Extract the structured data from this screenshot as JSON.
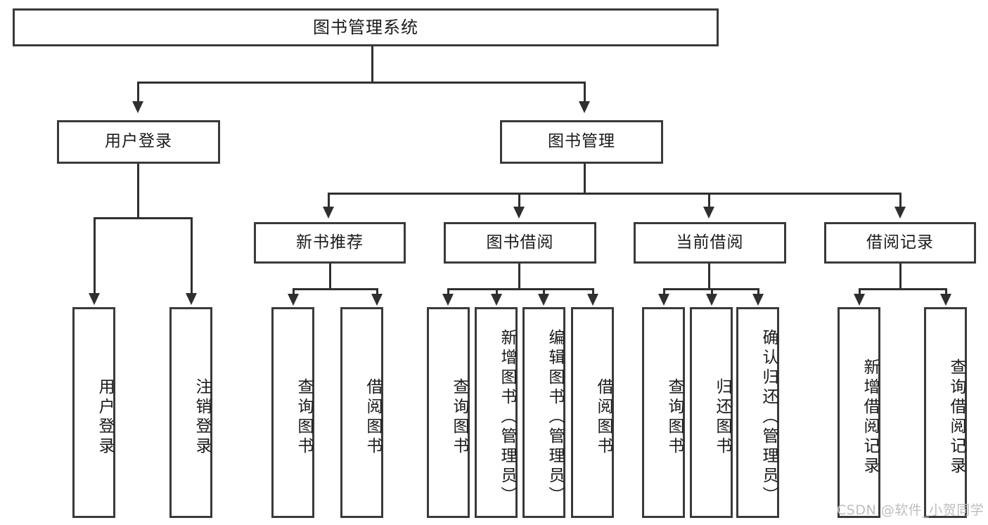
{
  "diagram": {
    "title": "图书管理系统",
    "type": "hierarchy-tree",
    "levels": [
      {
        "level": 1,
        "nodes": [
          {
            "id": "root",
            "label": "图书管理系统",
            "orientation": "horizontal"
          }
        ]
      },
      {
        "level": 2,
        "nodes": [
          {
            "id": "user-login",
            "label": "用户登录",
            "orientation": "horizontal"
          },
          {
            "id": "book-management",
            "label": "图书管理",
            "orientation": "horizontal"
          }
        ]
      },
      {
        "level": 3,
        "nodes": [
          {
            "id": "new-book-recommend",
            "label": "新书推荐",
            "orientation": "horizontal"
          },
          {
            "id": "book-borrow",
            "label": "图书借阅",
            "orientation": "horizontal"
          },
          {
            "id": "current-borrow",
            "label": "当前借阅",
            "orientation": "horizontal"
          },
          {
            "id": "borrow-record",
            "label": "借阅记录",
            "orientation": "horizontal"
          }
        ]
      },
      {
        "level": 4,
        "nodes": [
          {
            "id": "leaf-user-login",
            "label": "用户登录",
            "orientation": "vertical"
          },
          {
            "id": "leaf-logout-login",
            "label": "注销登录",
            "orientation": "vertical"
          },
          {
            "id": "leaf-query-book-1",
            "label": "查询图书",
            "orientation": "vertical"
          },
          {
            "id": "leaf-borrow-book-1",
            "label": "借阅图书",
            "orientation": "vertical"
          },
          {
            "id": "leaf-query-book-2",
            "label": "查询图书",
            "orientation": "vertical"
          },
          {
            "id": "leaf-add-book",
            "label": "新增图书（管理员）",
            "orientation": "vertical"
          },
          {
            "id": "leaf-edit-book",
            "label": "编辑图书（管理员）",
            "orientation": "vertical"
          },
          {
            "id": "leaf-borrow-book-2",
            "label": "借阅图书",
            "orientation": "vertical"
          },
          {
            "id": "leaf-query-book-3",
            "label": "查询图书",
            "orientation": "vertical"
          },
          {
            "id": "leaf-return-book",
            "label": "归还图书",
            "orientation": "vertical"
          },
          {
            "id": "leaf-confirm-return",
            "label": "确认归还（管理员）",
            "orientation": "vertical"
          },
          {
            "id": "leaf-add-record",
            "label": "新增借阅记录",
            "orientation": "vertical"
          },
          {
            "id": "leaf-query-record",
            "label": "查询借阅记录",
            "orientation": "vertical"
          }
        ]
      }
    ],
    "colors": {
      "box_border": "#3a3a3a",
      "connector": "#2f2f2f",
      "background": "#ffffff",
      "text": "#1a1a1a",
      "watermark": "#bdbdbd"
    }
  },
  "watermark": {
    "text": "CSDN @软件_小贺同学"
  }
}
